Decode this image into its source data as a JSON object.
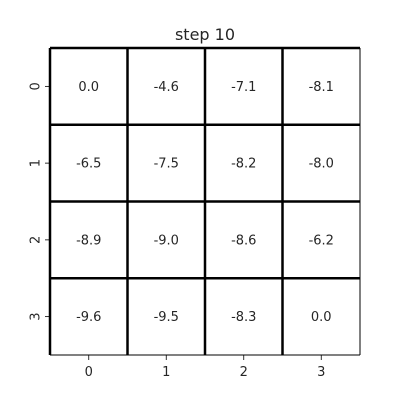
{
  "chart_data": {
    "type": "heatmap",
    "title": "step 10",
    "xlabel": "",
    "ylabel": "",
    "x_ticks": [
      "0",
      "1",
      "2",
      "3"
    ],
    "y_ticks": [
      "0",
      "1",
      "2",
      "3"
    ],
    "cells": [
      [
        "0.0",
        "-4.6",
        "-7.1",
        "-8.1"
      ],
      [
        "-6.5",
        "-7.5",
        "-8.2",
        "-8.0"
      ],
      [
        "-8.9",
        "-9.0",
        "-8.6",
        "-6.2"
      ],
      [
        "-9.6",
        "-9.5",
        "-8.3",
        "0.0"
      ]
    ],
    "cell_color": "#ffffff",
    "line_color": "#000000",
    "grid": true,
    "legend": "none"
  }
}
